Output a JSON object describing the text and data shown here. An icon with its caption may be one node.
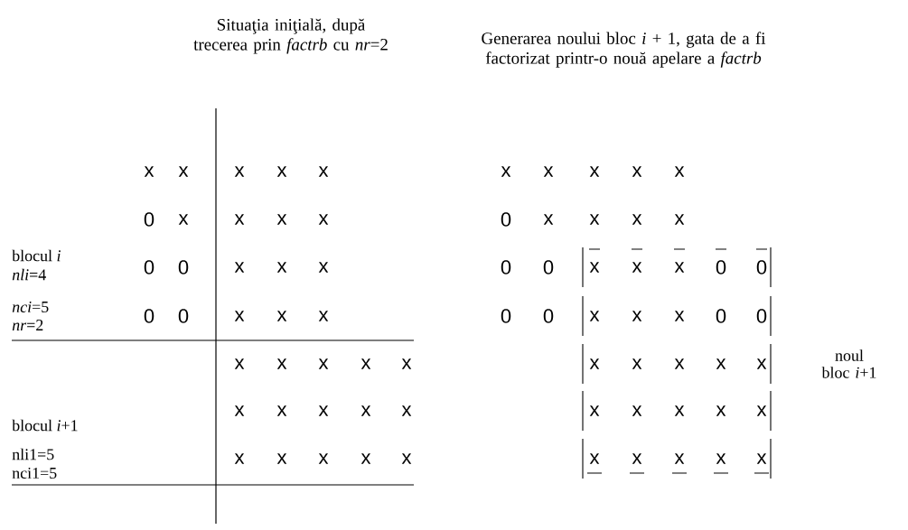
{
  "diagram": {
    "labels": [
      "Situaţia iniţială, după trecerea prin *factrb* cu *nr*=2",
      "Generarea noului bloc *i* + 1, gata de a fi factorizat printr-o nouă apelare a *factrb*",
      "x",
      "x",
      "x",
      "x",
      "x",
      "x",
      "x",
      "x",
      "x",
      "x",
      "0",
      "x",
      "x",
      "x",
      "x",
      "0",
      "x",
      "x",
      "x",
      "x",
      "blocul *i*",
      "*nli*=4",
      "0",
      "0",
      "x",
      "x",
      "x",
      "0",
      "0",
      "x",
      "x",
      "x",
      "0",
      "0",
      "*nci*=5",
      "*nr*=2",
      "0",
      "0",
      "x",
      "x",
      "x",
      "0",
      "0",
      "x",
      "x",
      "x",
      "0",
      "0",
      "x",
      "x",
      "x",
      "x",
      "x",
      "x",
      "x",
      "x",
      "x",
      "x",
      "noul bloc *i*+1",
      "blocul *i*+1",
      "x",
      "x",
      "x",
      "x",
      "x",
      "x",
      "x",
      "x",
      "x",
      "x",
      "nli1=5",
      "nci1=5",
      "x",
      "x",
      "x",
      "x",
      "x",
      "x",
      "x",
      "x",
      "x",
      "x"
    ]
  }
}
